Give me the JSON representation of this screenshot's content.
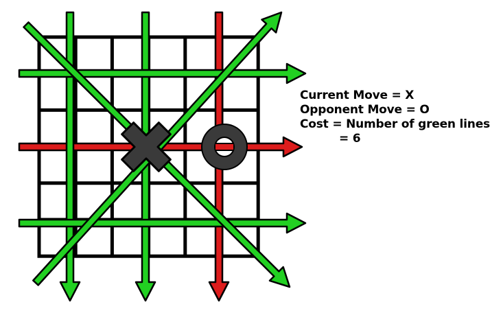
{
  "legend": {
    "current_move": "Current Move = X",
    "opponent_move": "Opponent Move = O",
    "cost": "Cost = Number of green lines",
    "cost_value": "= 6"
  },
  "board": {
    "rows": 6,
    "cols": 6,
    "current_move_symbol": "X",
    "opponent_move_symbol": "O"
  },
  "colors": {
    "grid": "#000000",
    "green_line": "#22d022",
    "red_line": "#dd1c1c",
    "piece": "#3a3a3a",
    "outline": "#000000"
  },
  "lines": [
    {
      "kind": "vertical",
      "status": "green"
    },
    {
      "kind": "vertical",
      "status": "green"
    },
    {
      "kind": "vertical",
      "status": "red"
    },
    {
      "kind": "horizontal",
      "status": "green"
    },
    {
      "kind": "horizontal",
      "status": "red"
    },
    {
      "kind": "horizontal",
      "status": "green"
    },
    {
      "kind": "diagonal-up",
      "status": "green"
    },
    {
      "kind": "diagonal-down",
      "status": "green"
    }
  ]
}
